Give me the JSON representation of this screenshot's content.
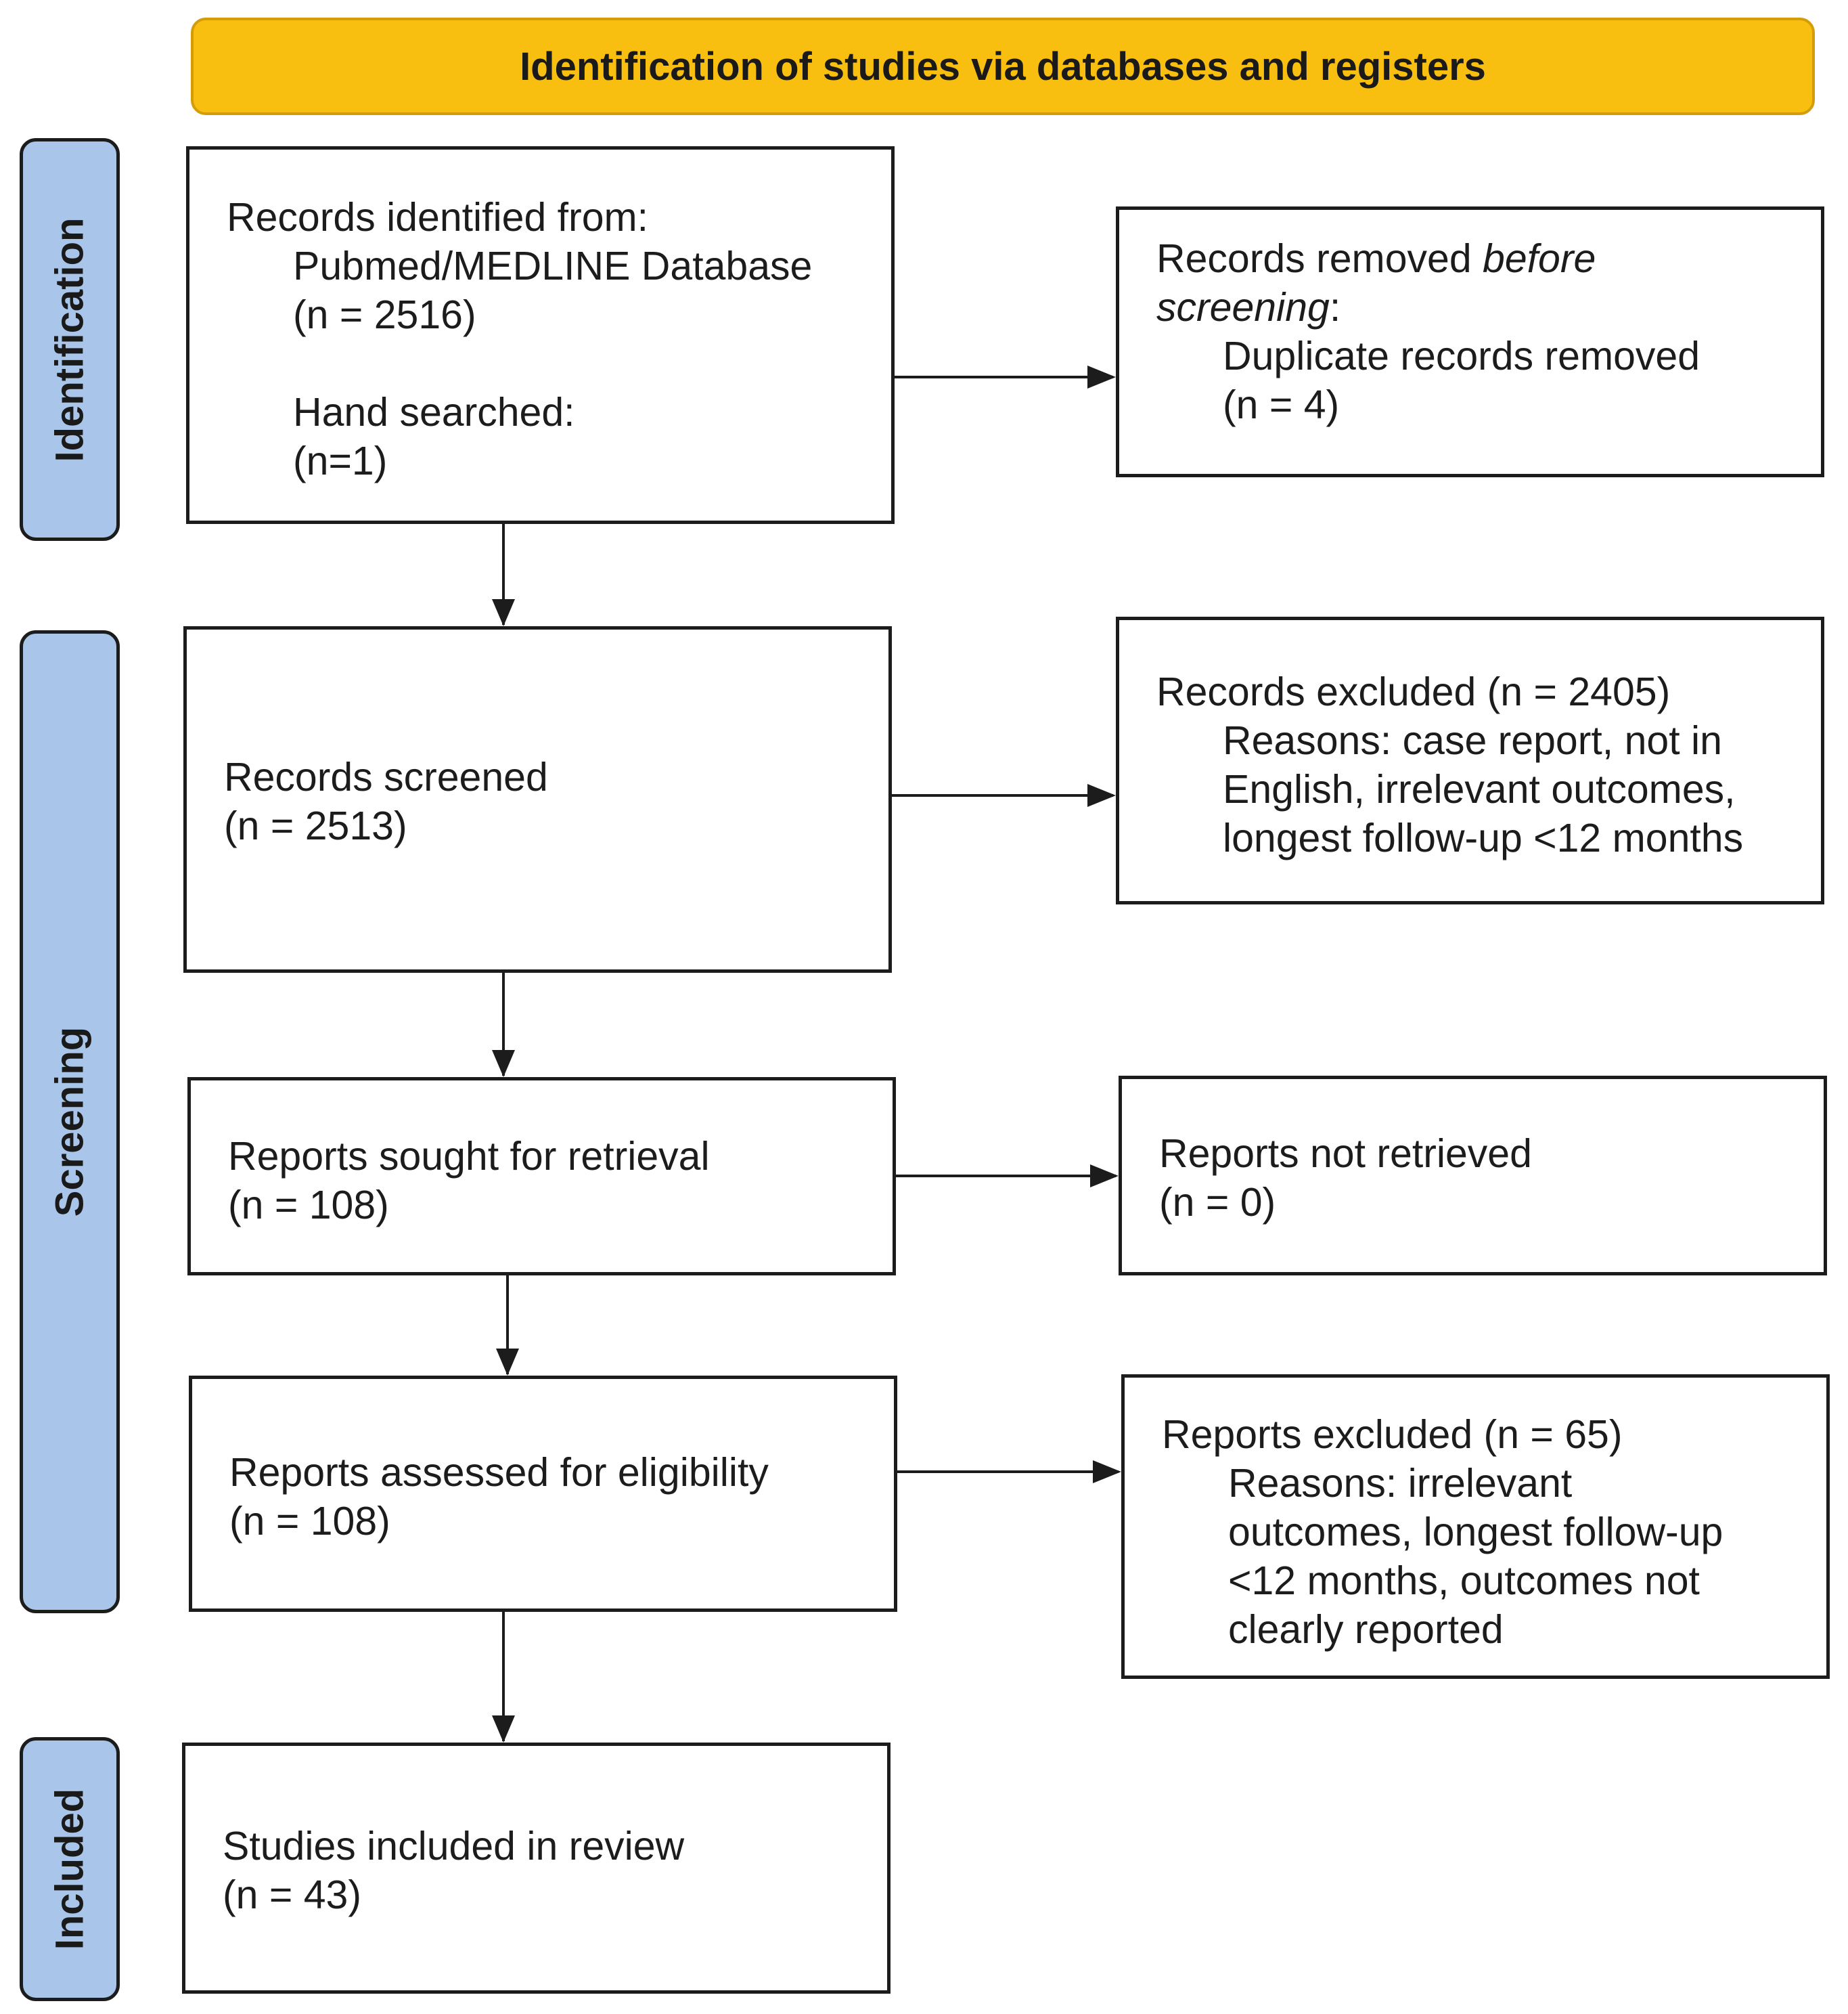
{
  "header": {
    "title": "Identification of studies via databases and registers"
  },
  "phases": {
    "identification": "Identification",
    "screening": "Screening",
    "included": "Included"
  },
  "boxes": {
    "records_identified": {
      "heading": "Records identified from:",
      "source_1": "Pubmed/MEDLINE Database",
      "source_1_n": "(n = 2516)",
      "source_2": "Hand searched:",
      "source_2_n": "(n=1)"
    },
    "records_removed": {
      "heading_prefix": "Records removed ",
      "heading_emphasis": "before",
      "heading_emphasis_2": "screening",
      "heading_suffix": ":",
      "reason": "Duplicate records removed",
      "n": "(n = 4)"
    },
    "records_screened": {
      "label": "Records screened",
      "n": "(n = 2513)"
    },
    "records_excluded": {
      "heading": "Records excluded (n = 2405)",
      "reasons_1": "Reasons: case report, not in",
      "reasons_2": "English, irrelevant outcomes,",
      "reasons_3": "longest follow-up <12 months"
    },
    "reports_sought": {
      "label": "Reports sought for retrieval",
      "n": "(n = 108)"
    },
    "reports_not_retrieved": {
      "label": "Reports not retrieved",
      "n": "(n = 0)"
    },
    "reports_assessed": {
      "label": "Reports assessed for eligibility",
      "n": "(n = 108)"
    },
    "reports_excluded": {
      "heading": "Reports excluded (n = 65)",
      "reasons_1": "Reasons: irrelevant",
      "reasons_2": "outcomes, longest follow-up",
      "reasons_3": "<12 months, outcomes not",
      "reasons_4": "clearly reported"
    },
    "studies_included": {
      "label": "Studies included in review",
      "n": "(n = 43)"
    }
  },
  "colors": {
    "header_fill": "#f8bf10",
    "phase_fill": "#a9c6ea",
    "line": "#1c1c1c"
  }
}
